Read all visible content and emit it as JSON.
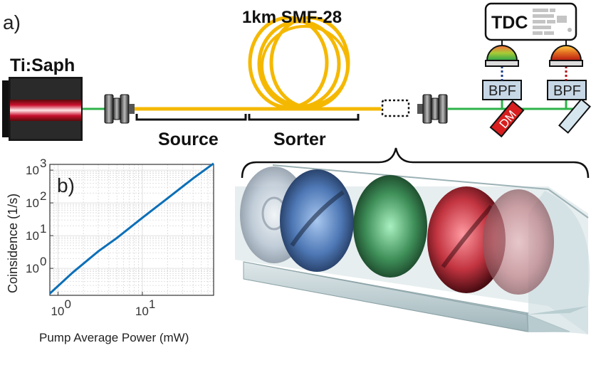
{
  "panel_a": {
    "label": "a)",
    "laser_label": "Ti:Saph",
    "fiber_label": "1km SMF-28",
    "source_label": "Source",
    "sorter_label": "Sorter",
    "tdc_label": "TDC",
    "bpf1_label": "BPF",
    "bpf2_label": "BPF",
    "dm_label": "DM",
    "colors": {
      "fiber": "#f5b800",
      "beam": "#2db34a",
      "laser_body": "#1a1a1a",
      "laser_core": "#c8102e",
      "detector_green": "#5bbf3a",
      "detector_red": "#d83a1a",
      "bpf_fill": "#c7d7e6"
    }
  },
  "panel_b": {
    "label": "b)",
    "chart_data": {
      "type": "line",
      "xlabel": "Pump Average Power (mW)",
      "ylabel": "Coinsidence (1/s)",
      "xscale": "log",
      "yscale": "log",
      "xlim": [
        0.8,
        70
      ],
      "ylim": [
        0.15,
        1500
      ],
      "grid": true,
      "x_ticks": [
        1,
        10
      ],
      "x_tick_labels": [
        "10",
        "10"
      ],
      "x_tick_exps": [
        "0",
        "1"
      ],
      "y_ticks": [
        1,
        10,
        100,
        1000
      ],
      "y_tick_labels": [
        "10",
        "10",
        "10",
        "10"
      ],
      "y_tick_exps": [
        "0",
        "1",
        "2",
        "3"
      ],
      "series": [
        {
          "color": "#0b6fb8",
          "x": [
            0.8,
            1.5,
            3,
            5,
            10,
            20,
            40,
            70
          ],
          "y": [
            0.17,
            0.75,
            3.3,
            8.5,
            35,
            140,
            560,
            1600
          ]
        }
      ]
    }
  },
  "inset": {
    "disk_colors": [
      "#b8c6d6",
      "#5a86c6",
      "#3f9a5e",
      "#d23c4a",
      "#c9868c"
    ]
  }
}
